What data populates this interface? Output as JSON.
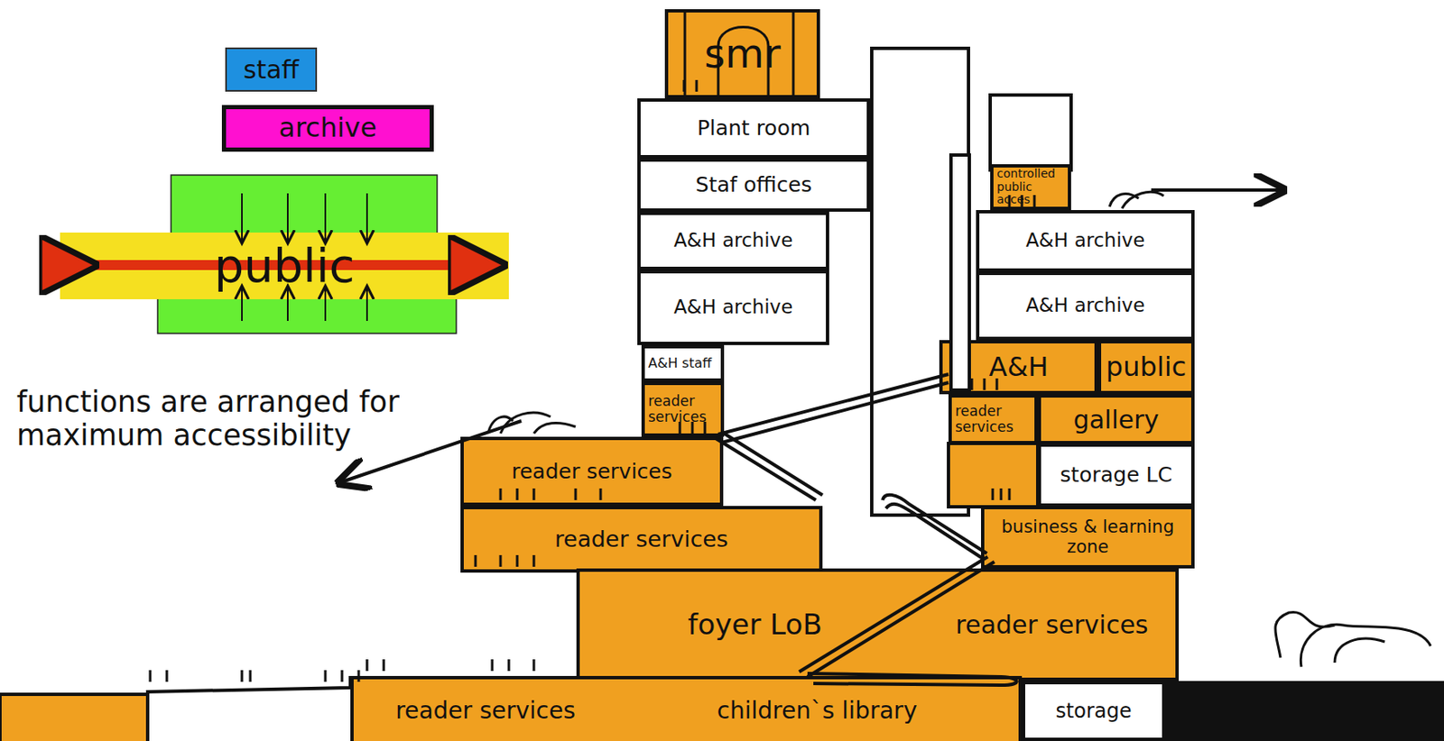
{
  "diagram": {
    "nodes": [
      {
        "text": [
          "staff"
        ]
      },
      {
        "text": [
          "archive"
        ]
      },
      {
        "text": [
          "public"
        ]
      },
      {
        "text": [
          "smr"
        ]
      },
      {
        "text": [
          "Plant room"
        ]
      },
      {
        "text": [
          "Staf offices"
        ]
      },
      {
        "text": [
          "A&H archive"
        ]
      },
      {
        "text": [
          "A&H archive"
        ]
      },
      {
        "text": [
          "A&H staff"
        ]
      },
      {
        "text": [
          "reader services"
        ]
      },
      {
        "text": [
          "controlled public acces"
        ]
      },
      {
        "text": [
          "A&H archive"
        ]
      },
      {
        "text": [
          "A&H archive"
        ]
      },
      {
        "text": [
          "A&H"
        ]
      },
      {
        "text": [
          "public"
        ]
      },
      {
        "text": [
          "reader services"
        ]
      },
      {
        "text": [
          "gallery"
        ]
      },
      {
        "text": [
          "storage LC"
        ]
      },
      {
        "text": [
          "reader services"
        ]
      },
      {
        "text": [
          "reader services"
        ]
      },
      {
        "text": [
          "business & learning zone"
        ]
      },
      {
        "text": [
          "foyer LoB"
        ]
      },
      {
        "text": [
          "reader services"
        ]
      },
      {
        "text": [
          "reader services"
        ]
      },
      {
        "text": [
          "children`s library"
        ]
      },
      {
        "text": [
          "storage"
        ]
      }
    ],
    "labels": [
      "functions are arranged for maximum accessibility"
    ]
  }
}
